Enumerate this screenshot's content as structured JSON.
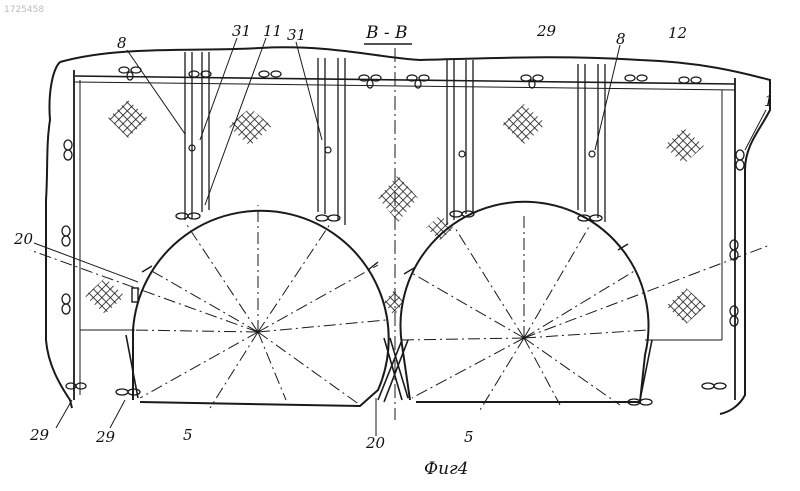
{
  "figure": {
    "section_title": "B - B",
    "caption": "Фиг4",
    "corner_mark": "1725458"
  },
  "labels": {
    "l8a": "8",
    "l31a": "31",
    "l11": "11",
    "l31b": "31",
    "l29top": "29",
    "l8b": "8",
    "l12": "12",
    "l1": "1",
    "l20left": "20",
    "l29bl": "29",
    "l29b2": "29",
    "l5a": "5",
    "l20mid": "20",
    "l5b": "5"
  },
  "colors": {
    "ink": "#1a1a1a",
    "paper": "#ffffff"
  }
}
